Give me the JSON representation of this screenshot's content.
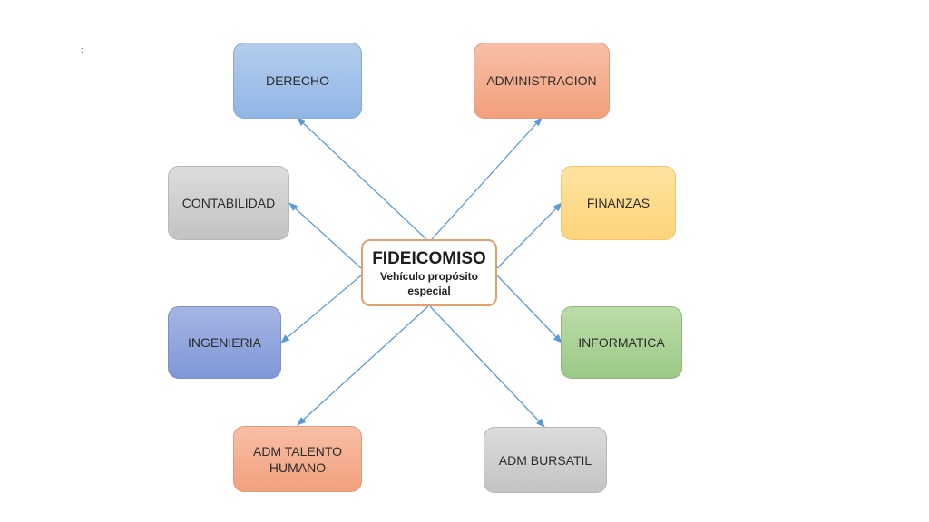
{
  "center": {
    "title": "FIDEICOMISO",
    "subtitle": "Vehículo propósito especial"
  },
  "nodes": [
    {
      "id": "derecho",
      "label": "DERECHO",
      "color": "#90b6e6"
    },
    {
      "id": "administracion",
      "label": "ADMINISTRACION",
      "color": "#f2a07c"
    },
    {
      "id": "contabilidad",
      "label": "CONTABILIDAD",
      "color": "#c3c3c3"
    },
    {
      "id": "finanzas",
      "label": "FINANZAS",
      "color": "#fdd47a"
    },
    {
      "id": "ingenieria",
      "label": "INGENIERIA",
      "color": "#8097d8"
    },
    {
      "id": "informatica",
      "label": "INFORMATICA",
      "color": "#9cc986"
    },
    {
      "id": "adm-talento-humano",
      "label": "ADM TALENTO HUMANO",
      "color": "#f2a07c"
    },
    {
      "id": "adm-bursatil",
      "label": "ADM BURSATIL",
      "color": "#c3c3c3"
    }
  ],
  "edge_color": "#5b9bd5",
  "corner_mark": ":"
}
